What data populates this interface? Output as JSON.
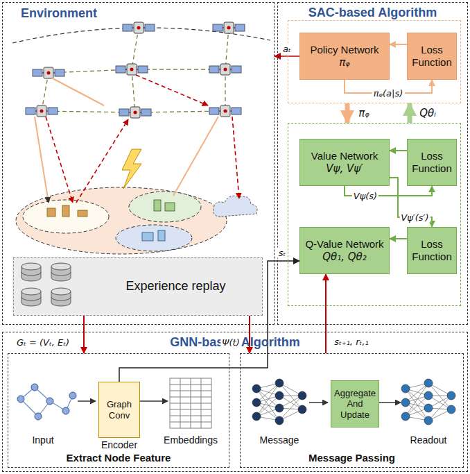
{
  "diagram": {
    "nodes": [
      {
        "text": [
          "Environment"
        ]
      },
      {
        "text": [
          "Experience replay"
        ],
        "in": 0
      },
      {
        "text": [
          "SAC-based Algorithm"
        ]
      },
      {
        "text": [],
        "in": 2
      },
      {
        "text": [
          "Policy Network",
          "πᵩ"
        ],
        "in": 3
      },
      {
        "text": [
          "Loss Function"
        ],
        "in": 3
      },
      {
        "text": [],
        "in": 2
      },
      {
        "text": [
          "Value Network",
          "Vψ, Vψ′"
        ],
        "in": 6
      },
      {
        "text": [
          "Loss Function"
        ],
        "in": 6
      },
      {
        "text": [
          "Q-Value Network",
          "Qθ₁, Qθ₂"
        ],
        "in": 6
      },
      {
        "text": [
          "Loss Function"
        ],
        "in": 6
      },
      {
        "text": [
          "GNN-based Algorithm"
        ]
      },
      {
        "text": [
          "Extract Node Feature"
        ],
        "in": 11
      },
      {
        "text": [
          "Graph Conv",
          "Encoder"
        ],
        "in": 12
      },
      {
        "text": [
          "Message Passing"
        ],
        "in": 11
      },
      {
        "text": [
          "Aggregate And Update"
        ],
        "in": 14
      }
    ],
    "edges": [
      {
        "from": 4,
        "to": 0,
        "label": "aₜ",
        "arrow": "to"
      },
      {
        "from": 5,
        "to": 4,
        "arrow": "to"
      },
      {
        "from": 4,
        "to": 5,
        "label": "πᵩ(a|s)",
        "arrow": "to"
      },
      {
        "from": 3,
        "to": 6,
        "label": "πᵩ",
        "arrow": "to"
      },
      {
        "from": 6,
        "to": 3,
        "label": "Qθᵢ",
        "arrow": "to"
      },
      {
        "from": 8,
        "to": 7,
        "arrow": "to"
      },
      {
        "from": 7,
        "to": 8,
        "label": "Vψ(s)",
        "arrow": "to"
      },
      {
        "from": 7,
        "to": 10,
        "label": "Vψ′(s′)",
        "arrow": "to"
      },
      {
        "from": 10,
        "to": 9,
        "arrow": "to"
      },
      {
        "from": 1,
        "to": 12,
        "label": "Gₜ = (Vₜ, Eₜ)",
        "arrow": "to"
      },
      {
        "from": 13,
        "to": 9,
        "label": "sₜ",
        "arrow": "to"
      },
      {
        "from": 1,
        "to": 14,
        "label": "Ψ(t)",
        "arrow": "to"
      },
      {
        "from": 14,
        "to": 9,
        "label": "sₜ₊₁, rₜ,₁",
        "arrow": "to"
      }
    ],
    "labels": [
      "Input",
      "Embeddings",
      "Message",
      "Readout"
    ]
  }
}
